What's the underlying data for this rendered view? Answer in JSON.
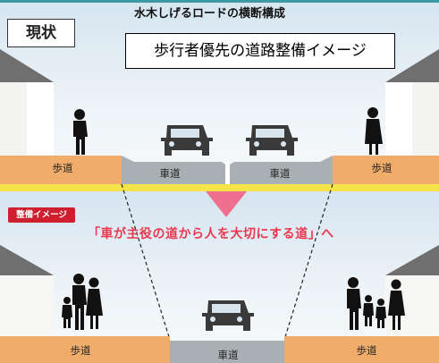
{
  "header": {
    "topic": "水木しげるロードの横断構成",
    "title": "歩行者優先の道路整備イメージ"
  },
  "current": {
    "badge": "現状",
    "sidewalk_left": "歩道",
    "roadway_left": "車道",
    "roadway_right": "車道",
    "sidewalk_right": "歩道"
  },
  "future": {
    "badge": "整備イメージ",
    "message": "「車が主役の道から人を大切にする道」へ",
    "sidewalk_left": "歩道",
    "roadway": "車道",
    "sidewalk_right": "歩道"
  },
  "colors": {
    "sidewalk": "#f0ac6a",
    "roadway": "#a9b0b4",
    "yellow_band": "#f5e447",
    "arrow": "#ee6f8e",
    "accent_red": "#cf1f2e",
    "message_red": "#e8384d",
    "sky_top": "#d8e6f2",
    "building": "#6f6f6f"
  }
}
